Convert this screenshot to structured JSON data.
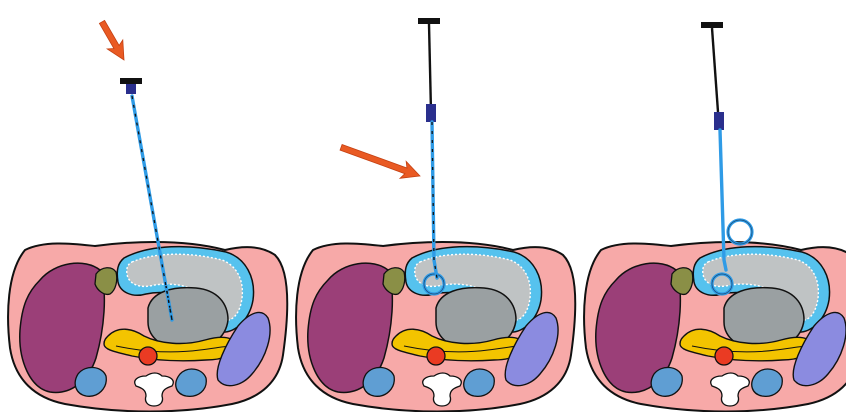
{
  "figure": {
    "panel_count": 3,
    "colors": {
      "skin": "#f7a9a8",
      "outline": "#111111",
      "liver": "#9b3f78",
      "gallbladder": "#8a8f46",
      "stomach_wall": "#56c2ee",
      "stomach_lumen": "#bfc3c4",
      "cyst": "#9aa0a2",
      "pancreas": "#f3c400",
      "aorta": "#ea3b23",
      "kidney": "#5f9ed3",
      "spleen": "#8b8be0",
      "vertebra": "#ffffff",
      "arrow": "#e95a23",
      "catheter": "#2f9be6",
      "stylet": "#111111",
      "hub": "#2a2f8d"
    },
    "icons": {
      "arrow": "orange-arrow-icon",
      "hub": "catheter-hub-icon",
      "pigtail": "pigtail-loop-icon"
    },
    "panels": [
      {
        "step": "needle-insertion",
        "arrow_direction": "down",
        "loop": false
      },
      {
        "step": "catheter-advancement",
        "arrow_direction": "right",
        "loop": true
      },
      {
        "step": "stylet-withdrawal",
        "arrow_direction": "",
        "loop": true
      }
    ]
  }
}
